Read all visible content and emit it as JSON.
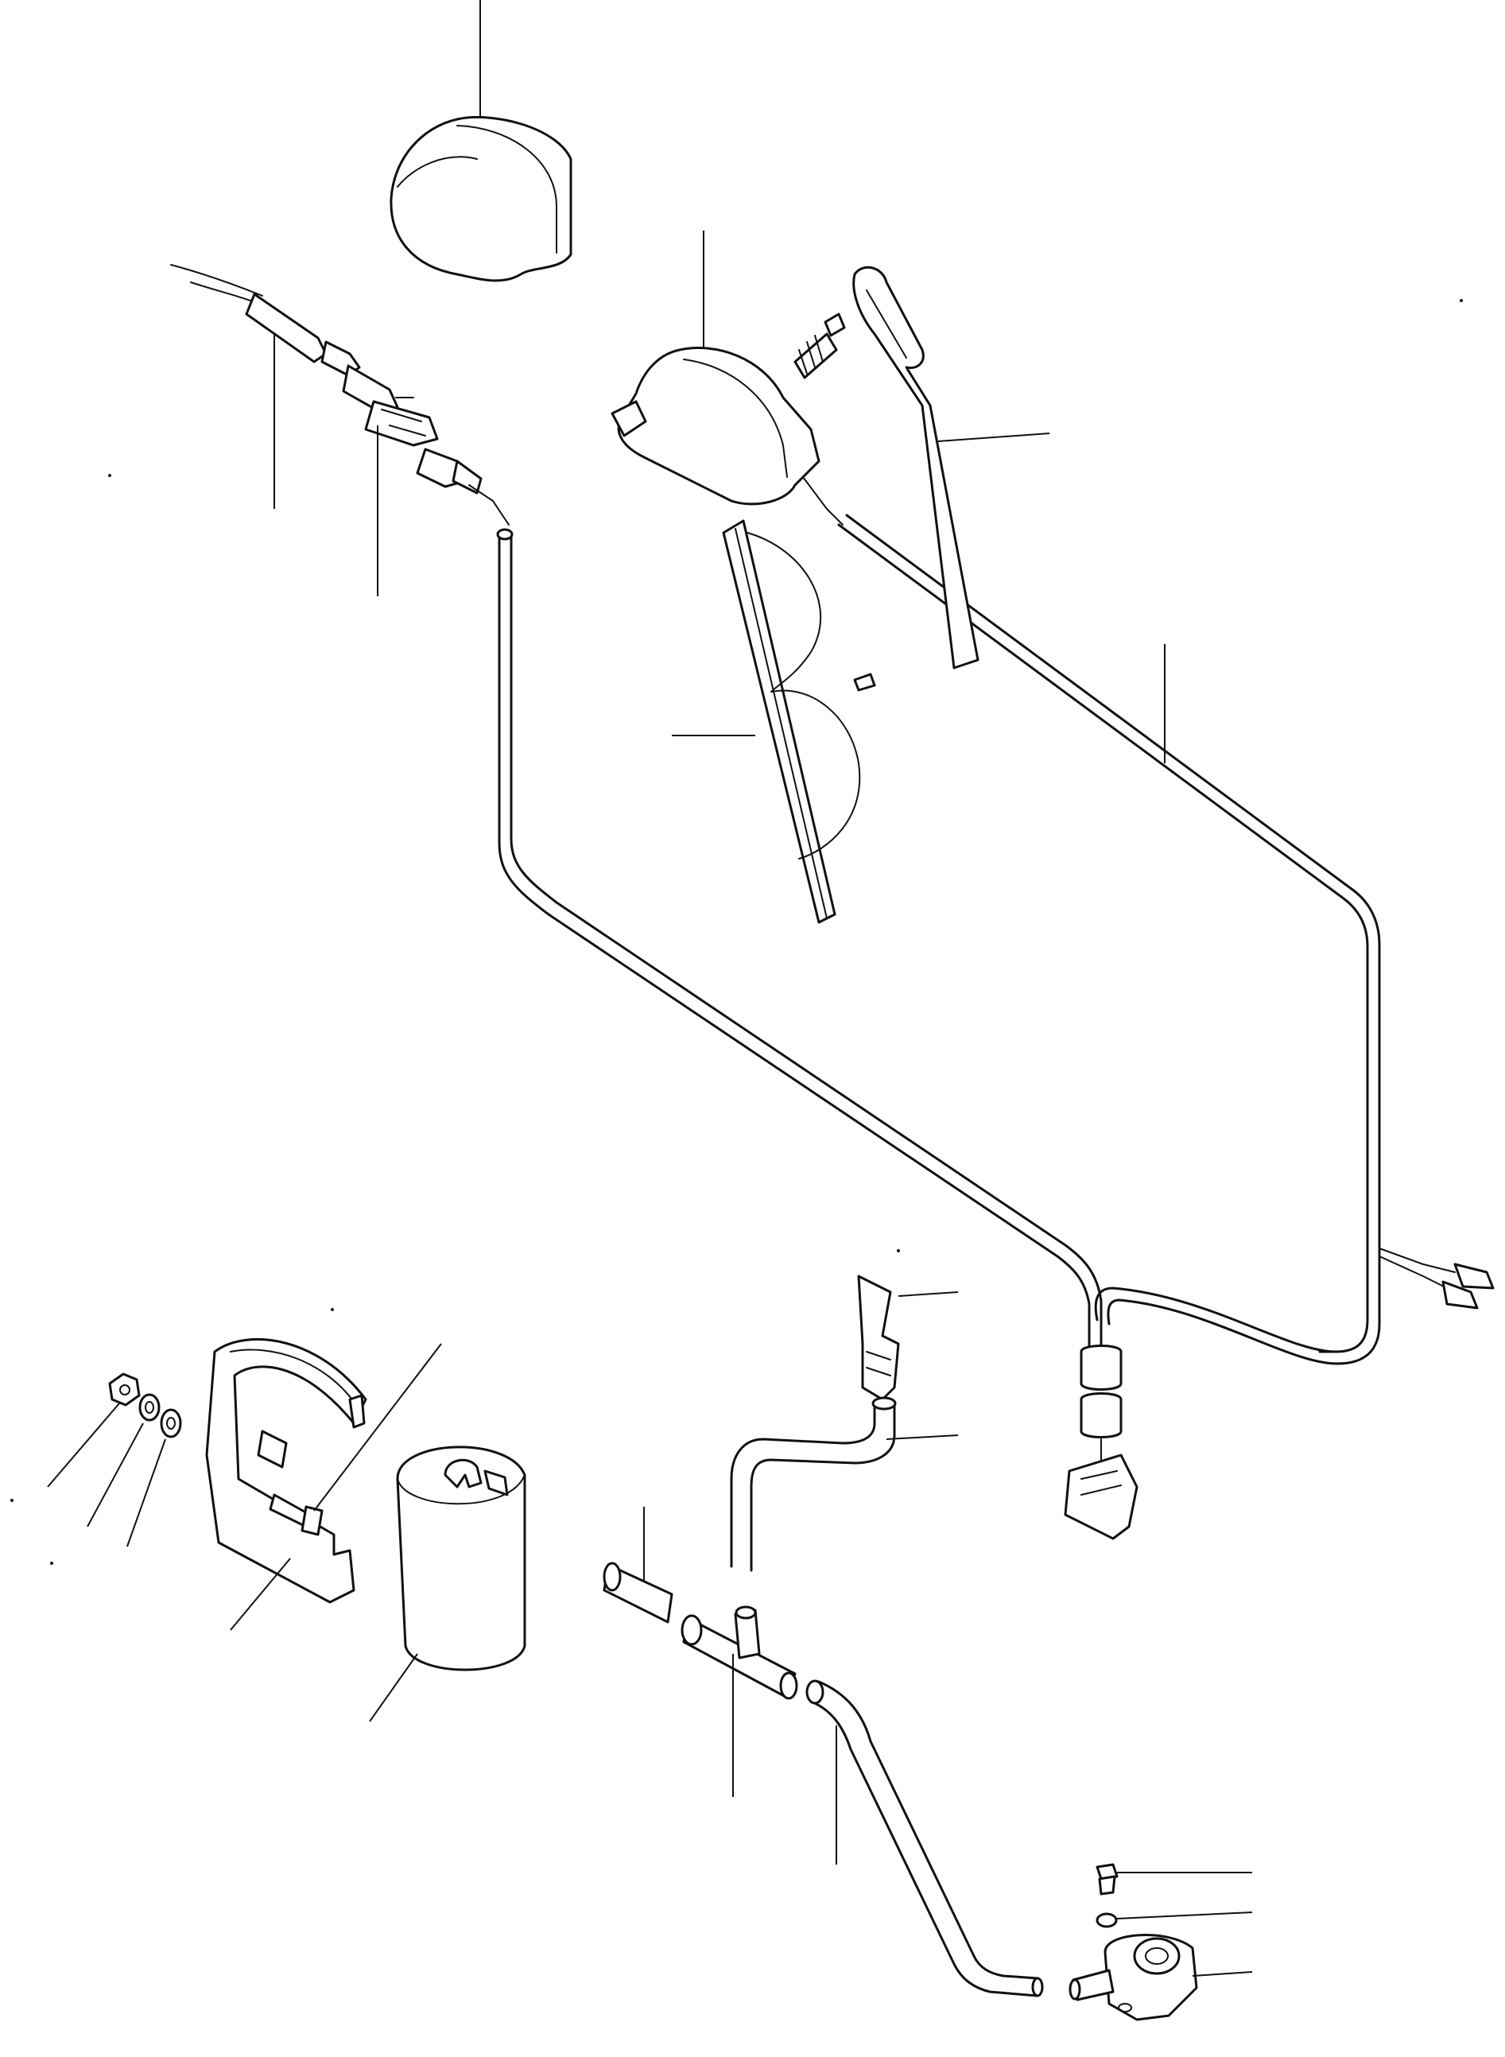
{
  "diagram": {
    "colors": {
      "line": "#111111",
      "background": "#ffffff"
    },
    "parts": [
      "lamp-lens",
      "wire-harness-lead",
      "connector",
      "wiper-motor",
      "wiper-arm",
      "wiper-blade",
      "washer-tube-long",
      "harness-connector",
      "washer-nozzle",
      "hose-upper",
      "bracket-band",
      "washer-tank",
      "bolt",
      "nut",
      "washer-lock",
      "washer-flat",
      "hose-short",
      "tee-joint",
      "hose-lower",
      "pump-screw",
      "pump-washer",
      "washer-pump"
    ]
  }
}
